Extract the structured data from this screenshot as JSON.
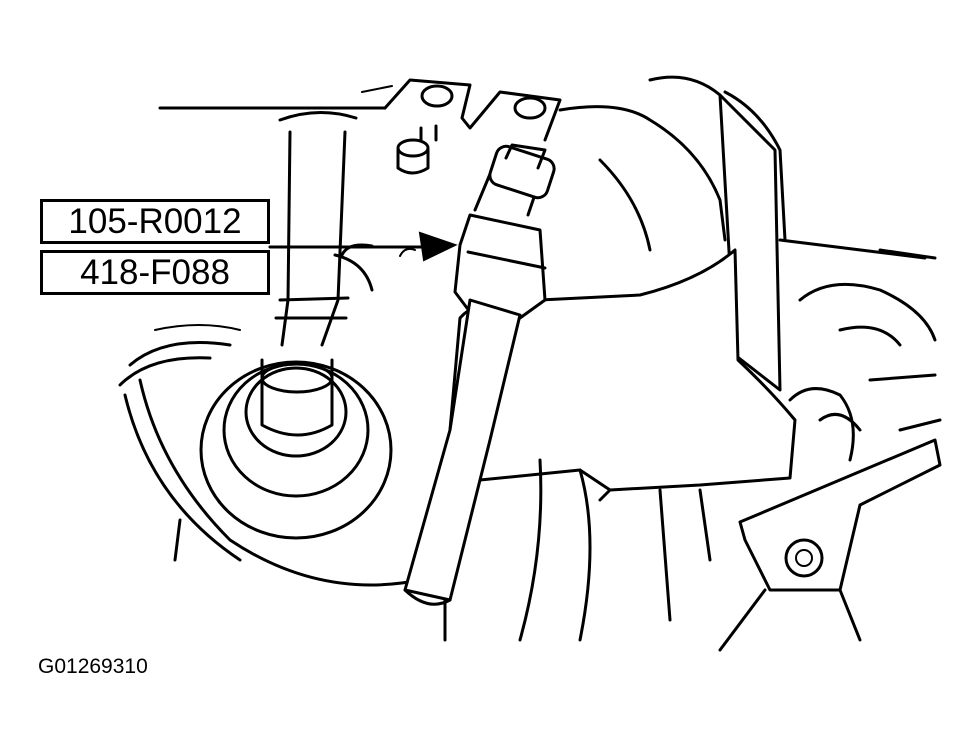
{
  "callouts": [
    {
      "label": "105-R0012"
    },
    {
      "label": "418-F088"
    }
  ],
  "figure_id": "G01269310"
}
